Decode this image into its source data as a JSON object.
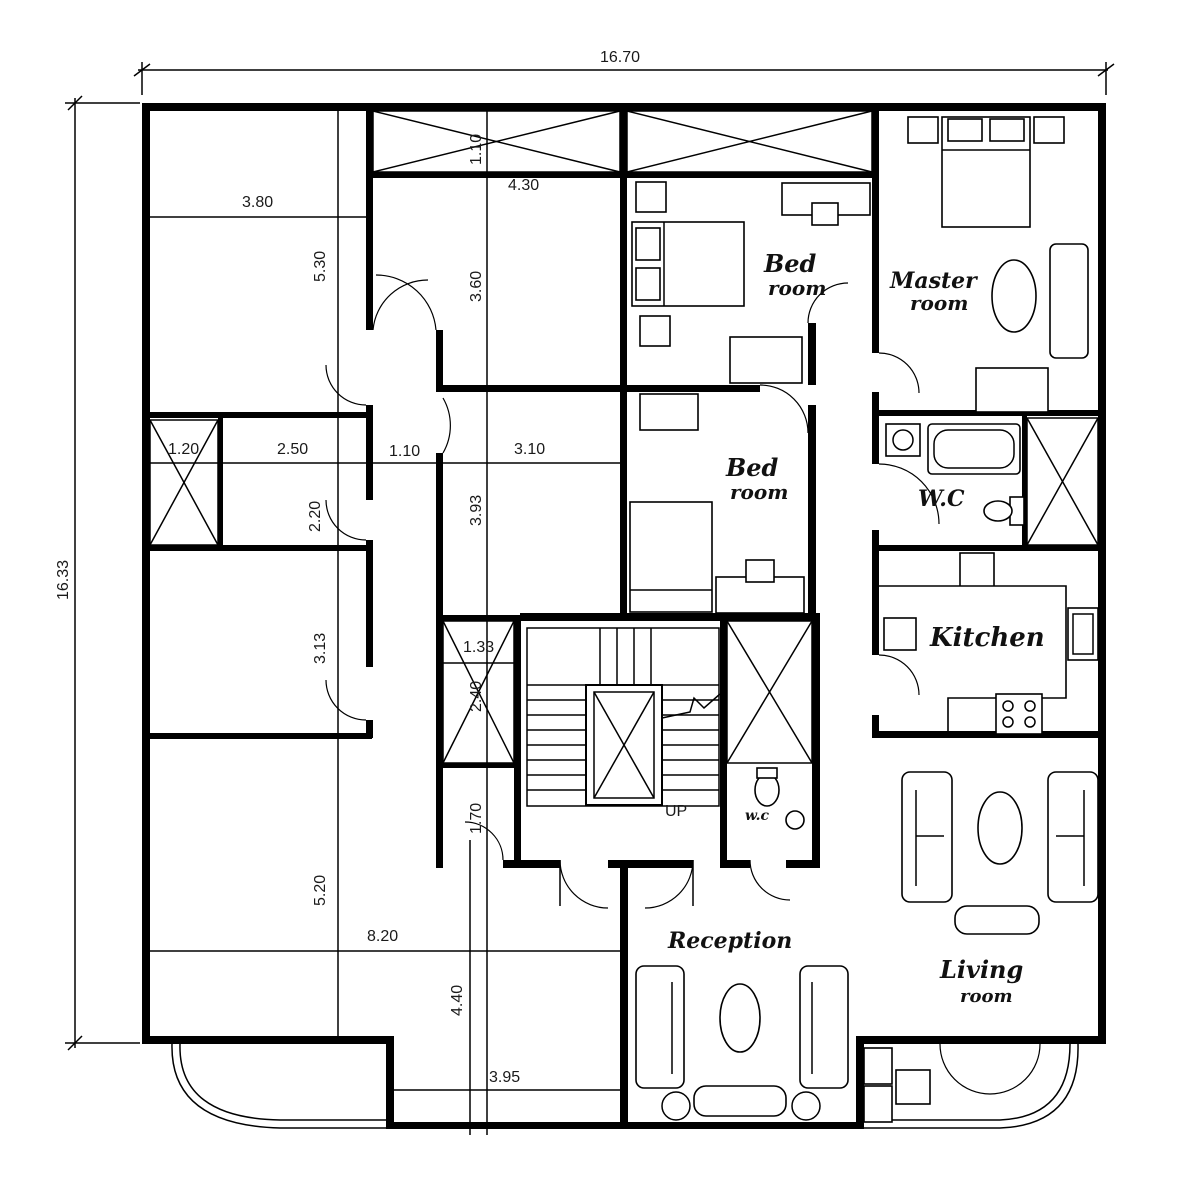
{
  "plan": {
    "overall_width": "16.70",
    "overall_height": "16.33",
    "dimensions": {
      "d_1_10_top": "1.10",
      "d_4_30": "4.30",
      "d_3_80": "3.80",
      "d_5_30": "5.30",
      "d_3_60": "3.60",
      "d_1_20": "1.20",
      "d_2_50": "2.50",
      "d_1_10_mid": "1.10",
      "d_3_10": "3.10",
      "d_2_20": "2.20",
      "d_3_93": "3.93",
      "d_3_13": "3.13",
      "d_1_33": "1.33",
      "d_2_40": "2.40",
      "d_1_70": "1.70",
      "d_5_20": "5.20",
      "d_8_20": "8.20",
      "d_4_40": "4.40",
      "d_3_95": "3.95"
    },
    "rooms": {
      "bedroom_1": [
        "Bed",
        "room"
      ],
      "bedroom_2": [
        "Bed",
        "room"
      ],
      "master": [
        "Master",
        "room"
      ],
      "wc_main": "W.C",
      "wc_small": "w.c",
      "kitchen": "Kitchen",
      "reception": "Reception",
      "living": [
        "Living",
        "room"
      ],
      "stairs_label": "UP"
    }
  }
}
